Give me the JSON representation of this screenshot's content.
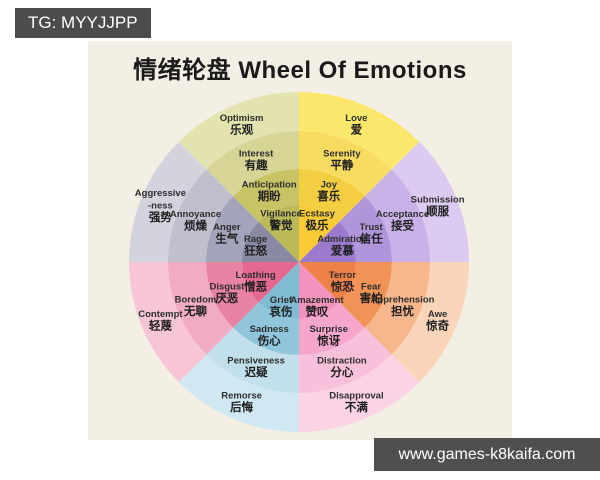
{
  "badges": {
    "tg": "TG: MYYJJPP",
    "website": "www.games-k8kaifa.com",
    "badge_background": "#4C4C4C",
    "badge_text_color": "#ffffff"
  },
  "title": {
    "zh": "情绪轮盘",
    "en": "Wheel Of Emotions",
    "full": "情绪轮盘 Wheel Of Emotions"
  },
  "panel_background": "#F4EFE5",
  "wheel": {
    "rings_inner_to_outer": [
      "intense",
      "basic",
      "mild",
      "dyad"
    ],
    "families": [
      {
        "name": "joy",
        "start_angle": 0,
        "cells": [
          {
            "ring": 1,
            "en": "Ecstasy",
            "zh": "极乐",
            "color": "#FACB36"
          },
          {
            "ring": 2,
            "en": "Joy",
            "zh": "喜乐",
            "color": "#F3CE41"
          },
          {
            "ring": 3,
            "en": "Serenity",
            "zh": "平静",
            "color": "#F8DC5F"
          },
          {
            "ring": 4,
            "en": "Love",
            "zh": "爱",
            "color": "#FCE76D"
          }
        ]
      },
      {
        "name": "trust",
        "start_angle": 45,
        "cells": [
          {
            "ring": 1,
            "en": "Admiration",
            "zh": "爱慕",
            "color": "#9C7BCE"
          },
          {
            "ring": 2,
            "en": "Trust",
            "zh": "信任",
            "color": "#B095DB"
          },
          {
            "ring": 3,
            "en": "Acceptance",
            "zh": "接受",
            "color": "#C9B2E8"
          },
          {
            "ring": 4,
            "en": "Submission",
            "zh": "顺服",
            "color": "#DBCBF1"
          }
        ]
      },
      {
        "name": "fear",
        "start_angle": 90,
        "cells": [
          {
            "ring": 1,
            "en": "Terror",
            "zh": "惊恐",
            "color": "#EE8148"
          },
          {
            "ring": 2,
            "en": "Fear",
            "zh": "害怕",
            "color": "#F19357"
          },
          {
            "ring": 3,
            "en": "Apprehension",
            "zh": "担忧",
            "color": "#F6B78D"
          },
          {
            "ring": 4,
            "en": "Awe",
            "zh": "惊奇",
            "color": "#FAD5B9"
          }
        ]
      },
      {
        "name": "surprise",
        "start_angle": 135,
        "cells": [
          {
            "ring": 1,
            "en": "Amazement",
            "zh": "赞叹",
            "color": "#F492BE"
          },
          {
            "ring": 2,
            "en": "Surprise",
            "zh": "惊讶",
            "color": "#F6A5CB"
          },
          {
            "ring": 3,
            "en": "Distraction",
            "zh": "分心",
            "color": "#F8C0DA"
          },
          {
            "ring": 4,
            "en": "Disapproval",
            "zh": "不满",
            "color": "#FAD3E4"
          }
        ]
      },
      {
        "name": "sadness",
        "start_angle": 180,
        "cells": [
          {
            "ring": 1,
            "en": "Grief",
            "zh": "哀伤",
            "color": "#7FBCD4"
          },
          {
            "ring": 2,
            "en": "Sadness",
            "zh": "伤心",
            "color": "#90C6DB"
          },
          {
            "ring": 3,
            "en": "Pensiveness",
            "zh": "迟疑",
            "color": "#C2E0EB"
          },
          {
            "ring": 4,
            "en": "Remorse",
            "zh": "后悔",
            "color": "#CFE8F1"
          }
        ]
      },
      {
        "name": "disgust",
        "start_angle": 225,
        "cells": [
          {
            "ring": 1,
            "en": "Loathing",
            "zh": "憎恶",
            "color": "#E4688F"
          },
          {
            "ring": 2,
            "en": "Disgust",
            "zh": "厌恶",
            "color": "#E883A4"
          },
          {
            "ring": 3,
            "en": "Boredom",
            "zh": "无聊",
            "color": "#F1ABC4"
          },
          {
            "ring": 4,
            "en": "Contempt",
            "zh": "轻蔑",
            "color": "#F6C5D6"
          }
        ]
      },
      {
        "name": "anger",
        "start_angle": 270,
        "cells": [
          {
            "ring": 1,
            "en": "Rage",
            "zh": "狂怒",
            "color": "#8989A4"
          },
          {
            "ring": 2,
            "en": "Anger",
            "zh": "生气",
            "color": "#A3A3B9"
          },
          {
            "ring": 3,
            "en": "Annoyance",
            "zh": "烦燥",
            "color": "#BFBFCE"
          },
          {
            "ring": 4,
            "en": "Aggressive\n-ness",
            "zh": "强势",
            "color": "#D3D3DE"
          }
        ]
      },
      {
        "name": "anticipation",
        "start_angle": 315,
        "cells": [
          {
            "ring": 1,
            "en": "Vigilance",
            "zh": "警觉",
            "color": "#BCB958"
          },
          {
            "ring": 2,
            "en": "Anticipation",
            "zh": "期盼",
            "color": "#C8C466"
          },
          {
            "ring": 3,
            "en": "Interest",
            "zh": "有趣",
            "color": "#D6D596"
          },
          {
            "ring": 4,
            "en": "Optimism",
            "zh": "乐观",
            "color": "#E3E3AF"
          }
        ]
      }
    ]
  }
}
